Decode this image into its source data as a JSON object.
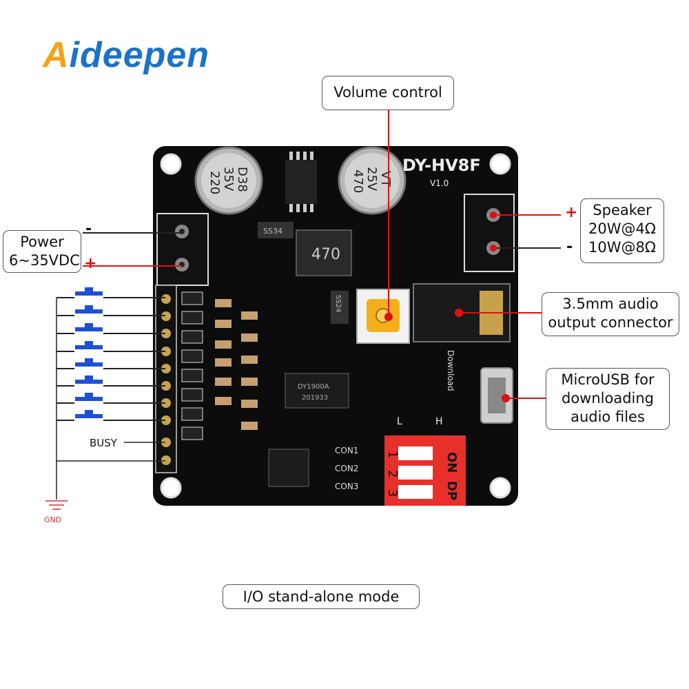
{
  "brand": {
    "logo_a": "A",
    "logo_rest": "ideepen"
  },
  "board": {
    "model": "DY-HV8F",
    "version": "V1.0",
    "cap_left": [
      "220",
      "35V",
      "D38"
    ],
    "cap_right": [
      "470",
      "25V",
      "VT"
    ],
    "inductor": "470",
    "diode1": "SS34",
    "diode2": "SS24",
    "chip": [
      "DY1900A",
      "201933"
    ],
    "download_label": "Download",
    "con_labels": [
      "CON1",
      "CON2",
      "CON3"
    ],
    "dip_l": "L",
    "dip_h": "H",
    "dip_on": "ON",
    "dip_dp": "DP",
    "dip_nums": [
      "1",
      "2",
      "3"
    ]
  },
  "labels": {
    "volume": "Volume control",
    "power_line1": "Power",
    "power_line2": "6~35VDC",
    "speaker_line1": "Speaker",
    "speaker_line2": "20W@4Ω",
    "speaker_line3": "10W@8Ω",
    "audio_line1": "3.5mm audio",
    "audio_line2": "output connector",
    "usb_line1": "MicroUSB for",
    "usb_line2": "downloading",
    "usb_line3": "audio files",
    "busy": "BUSY",
    "gnd": "GND",
    "mode": "I/O stand-alone mode",
    "plus": "+",
    "minus": "-"
  },
  "colors": {
    "accent_red": "#e01010",
    "board_black": "#0c0c0c",
    "button_blue": "#1f4fd6",
    "dip_red": "#e8302a",
    "logo_blue": "#1a73c8",
    "logo_orange": "#f4a21b"
  }
}
